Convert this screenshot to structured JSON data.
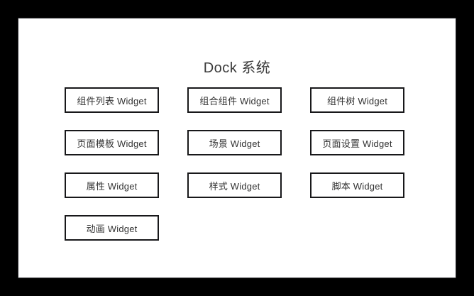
{
  "window": {
    "background_color": "#000000",
    "panel_color": "#ffffff",
    "panel_border_color": "#2d2d31"
  },
  "header": {
    "title": "Dock 系统"
  },
  "theme": {
    "box_border_color": "#18181a",
    "text_color": "#333333",
    "title_color": "#3a3a3a"
  },
  "main": {
    "rows": [
      {
        "cells": [
          {
            "label": "组件列表 Widget",
            "name": "widget-component-list"
          },
          {
            "label": "组合组件 Widget",
            "name": "widget-composite-component"
          },
          {
            "label": "组件树 Widget",
            "name": "widget-component-tree"
          }
        ]
      },
      {
        "cells": [
          {
            "label": "页面模板 Widget",
            "name": "widget-page-template"
          },
          {
            "label": "场景 Widget",
            "name": "widget-scene"
          },
          {
            "label": "页面设置 Widget",
            "name": "widget-page-settings"
          }
        ]
      },
      {
        "cells": [
          {
            "label": "属性 Widget",
            "name": "widget-property"
          },
          {
            "label": "样式 Widget",
            "name": "widget-style"
          },
          {
            "label": "脚本 Widget",
            "name": "widget-script"
          }
        ]
      },
      {
        "cells": [
          {
            "label": "动画 Widget",
            "name": "widget-animation"
          }
        ]
      }
    ]
  }
}
